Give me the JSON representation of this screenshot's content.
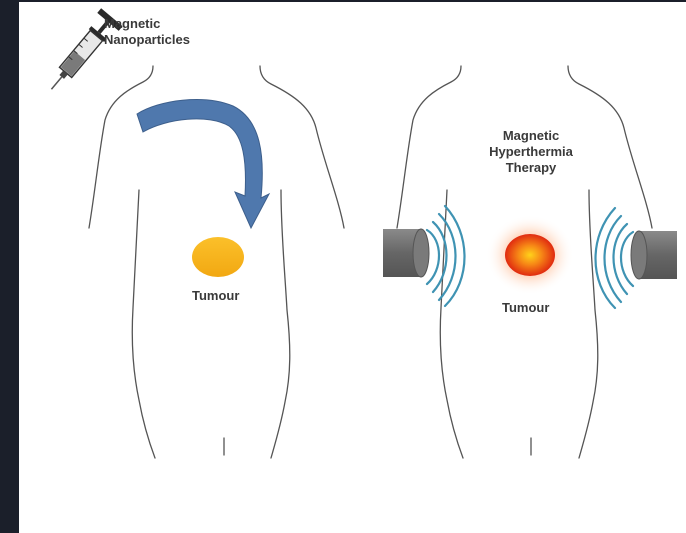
{
  "labels": {
    "injection": [
      "Magnetic",
      "Nanoparticles"
    ],
    "tumour_left": "Tumour",
    "therapy": [
      "Magnetic",
      "Hyperthermia",
      "Therapy"
    ],
    "tumour_right": "Tumour"
  },
  "colors": {
    "background": "#ffffff",
    "frame": "#1b1f2a",
    "body_outline": "#555555",
    "arrow": "#4f78ad",
    "tumour_yellow": "#f6b51b",
    "tumour_hot_core": "#e02a10",
    "magnet_grey": "#6e6e6e",
    "field_lines": "#3f93b3"
  },
  "icons": [
    "syringe-icon",
    "curved-arrow-icon",
    "magnet-icon"
  ]
}
